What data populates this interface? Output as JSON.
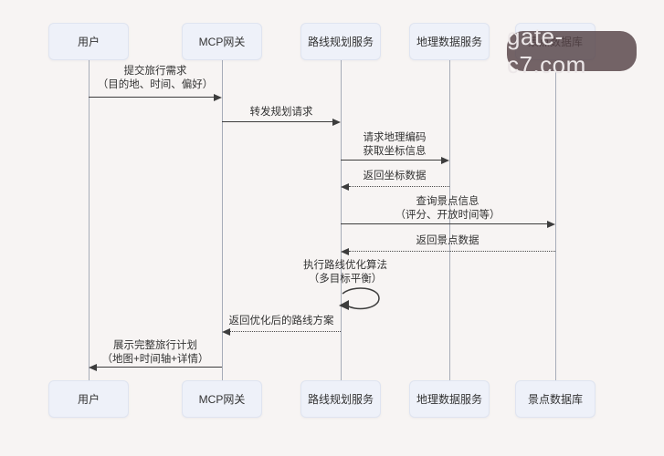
{
  "watermark": {
    "text": "gate-c7.com",
    "bg_color": "#564347",
    "text_color": "#ece7e8"
  },
  "colors": {
    "background": "#f7f4f3",
    "actor_fill": "#eef1f9",
    "actor_border": "#dfe4f0",
    "arrow": "#3d3d3d",
    "lifeline": "#a7acb8",
    "text": "#333333"
  },
  "diagram": {
    "type": "sequence",
    "participants": [
      {
        "id": "user",
        "label": "用户"
      },
      {
        "id": "mcp-gateway",
        "label": "MCP网关"
      },
      {
        "id": "route-planning-service",
        "label": "路线规划服务"
      },
      {
        "id": "geo-data-service",
        "label": "地理数据服务"
      },
      {
        "id": "poi-database",
        "label": "景点数据库"
      }
    ],
    "messages": [
      {
        "from": "用户",
        "to": "MCP网关",
        "style": "solid",
        "line1": "提交旅行需求",
        "line2": "（目的地、时间、偏好）"
      },
      {
        "from": "MCP网关",
        "to": "路线规划服务",
        "style": "solid",
        "line1": "转发规划请求"
      },
      {
        "from": "路线规划服务",
        "to": "地理数据服务",
        "style": "solid",
        "line1": "请求地理编码",
        "line2": "获取坐标信息"
      },
      {
        "from": "地理数据服务",
        "to": "路线规划服务",
        "style": "dashed",
        "line1": "返回坐标数据"
      },
      {
        "from": "路线规划服务",
        "to": "景点数据库",
        "style": "solid",
        "line1": "查询景点信息",
        "line2": "（评分、开放时间等）"
      },
      {
        "from": "景点数据库",
        "to": "路线规划服务",
        "style": "dashed",
        "line1": "返回景点数据"
      },
      {
        "from": "路线规划服务",
        "to": "路线规划服务",
        "style": "self",
        "line1": "执行路线优化算法",
        "line2": "（多目标平衡）"
      },
      {
        "from": "路线规划服务",
        "to": "MCP网关",
        "style": "dashed",
        "line1": "返回优化后的路线方案"
      },
      {
        "from": "MCP网关",
        "to": "用户",
        "style": "solid",
        "line1": "展示完整旅行计划",
        "line2": "（地图+时间轴+详情）"
      }
    ]
  }
}
